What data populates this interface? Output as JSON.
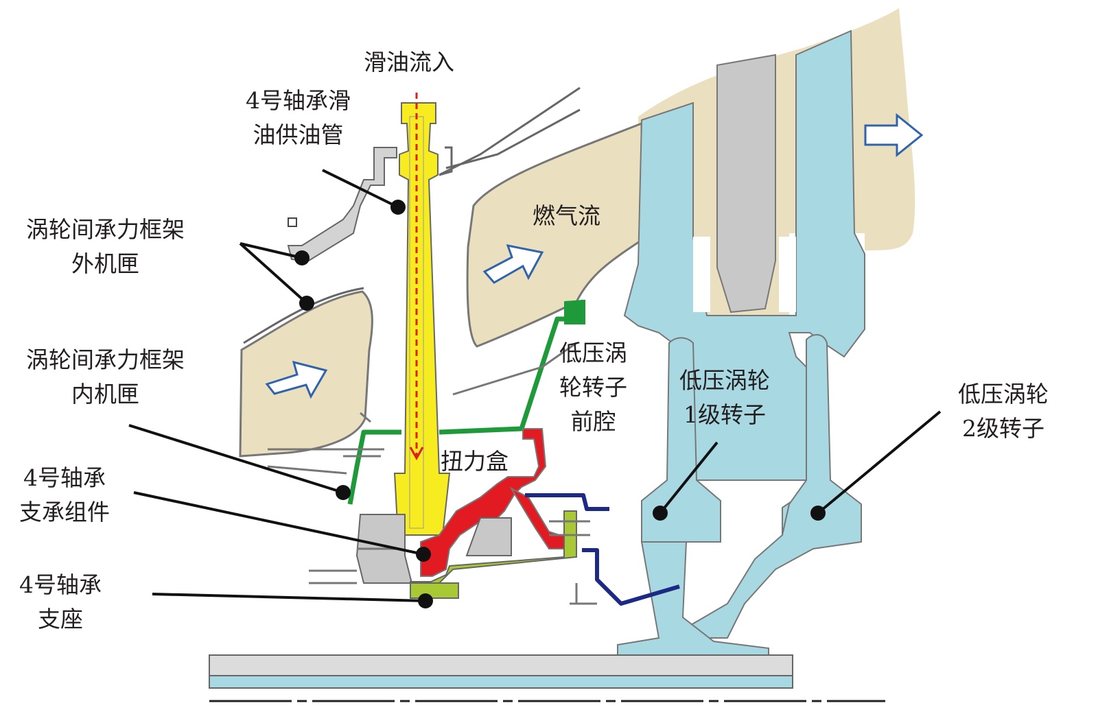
{
  "labels": {
    "oil_inflow": "滑油流入",
    "oil_tube": [
      "4号轴承滑",
      "油供油管"
    ],
    "outer_casing": [
      "涡轮间承力框架",
      "外机匣"
    ],
    "inner_casing": [
      "涡轮间承力框架",
      "内机匣"
    ],
    "bearing_support_assy": [
      "4号轴承",
      "支承组件"
    ],
    "bearing_seat": [
      "4号轴承",
      "支座"
    ],
    "gas_flow": "燃气流",
    "torque_box": "扭力盒",
    "rotor_front_cavity": [
      "低压涡",
      "轮转子",
      "前腔"
    ],
    "stage1_rotor": [
      "低压涡轮",
      "1级转子"
    ],
    "stage2_rotor": [
      "低压涡轮",
      "2级转子"
    ]
  },
  "colors": {
    "gas_path": "#eadfbf",
    "rotor": "#a8d8e2",
    "oil_tube": "#f6ec1f",
    "green_part": "#1f9a3a",
    "lime_part": "#a9c934",
    "red_part": "#e21b23",
    "navy_part": "#1c2a85",
    "casing_gray": "#c8c8c8",
    "outline": "#555555",
    "arrow_blue": "#2e63ae",
    "oil_flow_red": "#e21b23"
  },
  "icons": [
    "flow-arrow-icon",
    "leader-dot-icon"
  ]
}
